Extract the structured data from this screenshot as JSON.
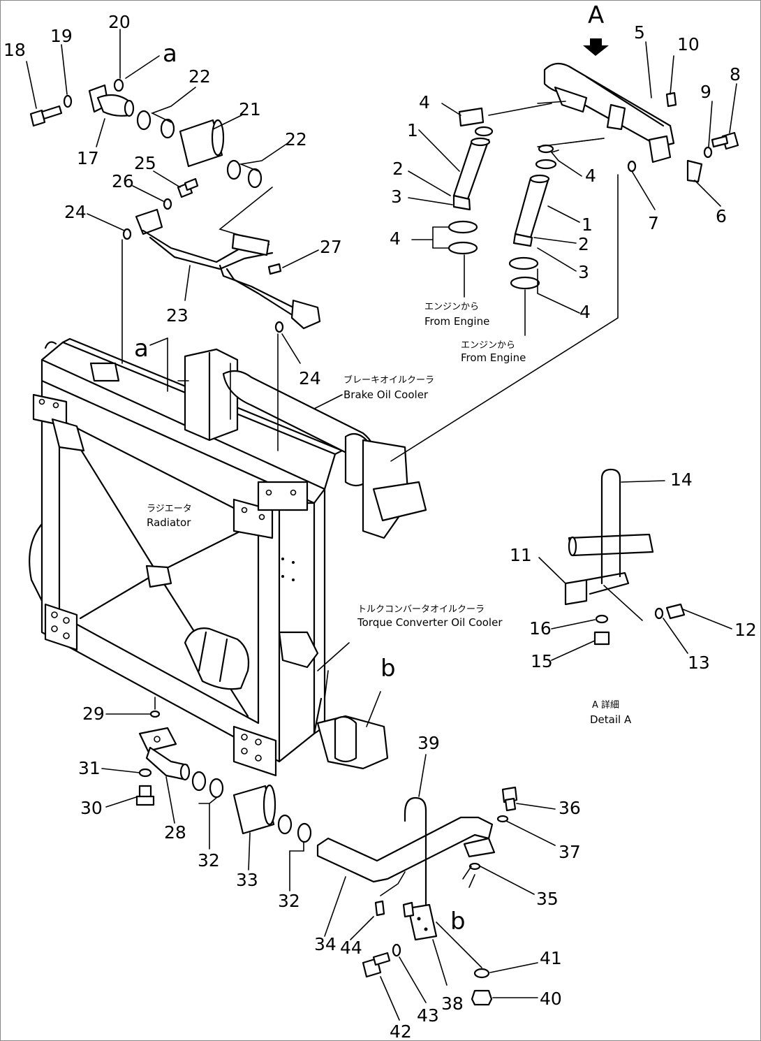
{
  "callouts": {
    "n1a": "1",
    "n1b": "1",
    "n2a": "2",
    "n2b": "2",
    "n3a": "3",
    "n3b": "3",
    "n4a": "4",
    "n4b": "4",
    "n4c": "4",
    "n4d": "4",
    "n5": "5",
    "n6": "6",
    "n7": "7",
    "n8": "8",
    "n9": "9",
    "n10": "10",
    "n11": "11",
    "n12": "12",
    "n13": "13",
    "n14": "14",
    "n15": "15",
    "n16": "16",
    "n17": "17",
    "n18": "18",
    "n19": "19",
    "n20": "20",
    "n21": "21",
    "n22a": "22",
    "n22b": "22",
    "n23": "23",
    "n24a": "24",
    "n24b": "24",
    "n25": "25",
    "n26": "26",
    "n27": "27",
    "n28": "28",
    "n29": "29",
    "n30": "30",
    "n31": "31",
    "n32a": "32",
    "n32b": "32",
    "n33": "33",
    "n34": "34",
    "n35": "35",
    "n36": "36",
    "n37": "37",
    "n38": "38",
    "n39": "39",
    "n40": "40",
    "n41": "41",
    "n42": "42",
    "n43": "43",
    "n44": "44"
  },
  "letters": {
    "view_a": "A",
    "a_top": "a",
    "a_mid": "a",
    "b_mid": "b",
    "b_low": "b"
  },
  "labels": {
    "from_engine_jp": "エンジンから",
    "from_engine_1": "From Engine",
    "from_engine_2": "From Engine",
    "brake_cooler_jp": "ブレーキオイルクーラ",
    "brake_cooler": "Brake Oil Cooler",
    "radiator_jp": "ラジエータ",
    "radiator": "Radiator",
    "torque_cooler_jp": "トルクコンバータオイルクーラ",
    "torque_cooler": "Torque Converter Oil Cooler",
    "detail_jp": "A 詳細",
    "detail": "Detail A"
  }
}
